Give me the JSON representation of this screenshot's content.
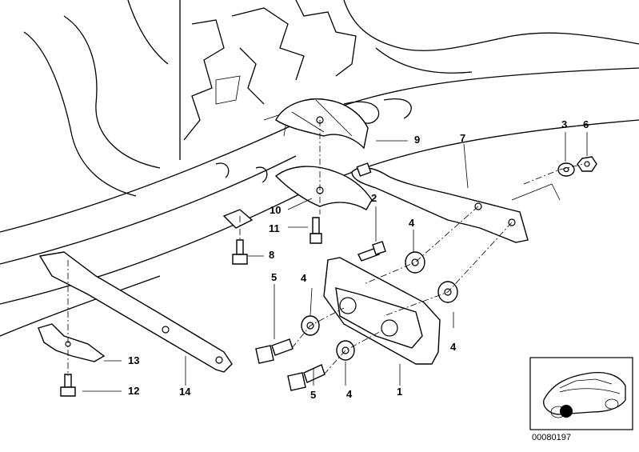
{
  "diagram": {
    "callouts": [
      {
        "id": "c1",
        "text": "1"
      },
      {
        "id": "c2",
        "text": "2"
      },
      {
        "id": "c3",
        "text": "3"
      },
      {
        "id": "c4a",
        "text": "4"
      },
      {
        "id": "c4b",
        "text": "4"
      },
      {
        "id": "c4c",
        "text": "4"
      },
      {
        "id": "c4d",
        "text": "4"
      },
      {
        "id": "c5a",
        "text": "5"
      },
      {
        "id": "c5b",
        "text": "5"
      },
      {
        "id": "c6",
        "text": "6"
      },
      {
        "id": "c7",
        "text": "7"
      },
      {
        "id": "c8",
        "text": "8"
      },
      {
        "id": "c9",
        "text": "9"
      },
      {
        "id": "c10",
        "text": "10"
      },
      {
        "id": "c11",
        "text": "11"
      },
      {
        "id": "c12",
        "text": "12"
      },
      {
        "id": "c13",
        "text": "13"
      },
      {
        "id": "c14",
        "text": "14"
      }
    ],
    "reference_number": "00080197",
    "colors": {
      "line": "#000000",
      "background": "#ffffff"
    }
  }
}
